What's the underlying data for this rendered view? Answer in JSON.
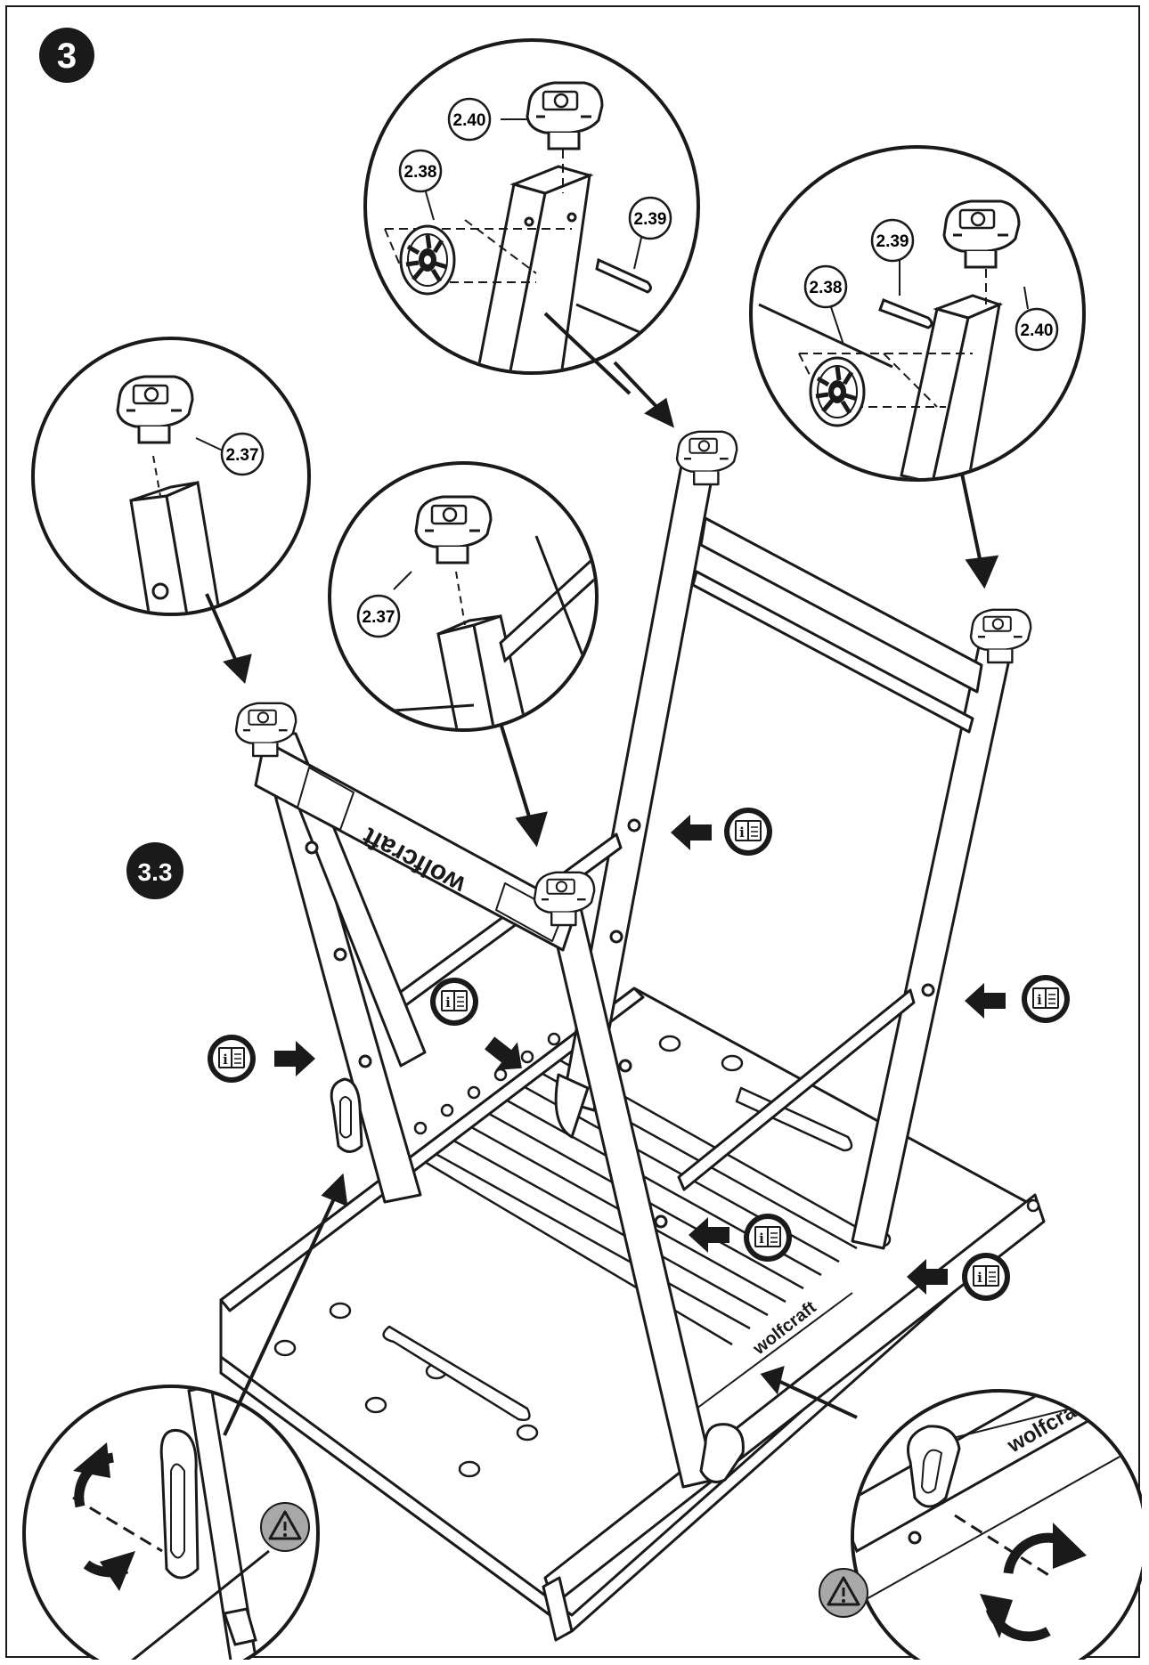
{
  "step": {
    "number": "3",
    "sub_step": "3.3"
  },
  "callouts": {
    "c240_top": "2.40",
    "c238_top": "2.38",
    "c239_top": "2.39",
    "c239_right": "2.39",
    "c238_right": "2.38",
    "c240_right": "2.40",
    "c237_left": "2.37",
    "c237_mid": "2.37"
  },
  "brand": {
    "frame_logo": "wolfcraft"
  },
  "icons": {
    "manual": "read-manual-icon",
    "warning": "warning-triangle-icon",
    "rotate": "rotate-arrows-icon",
    "arrow": "direction-arrow-icon"
  },
  "colors": {
    "ink": "#1a1a1a",
    "badge": "#1a1a1a",
    "warning_fill": "#a8a8a8",
    "paper": "#ffffff"
  }
}
